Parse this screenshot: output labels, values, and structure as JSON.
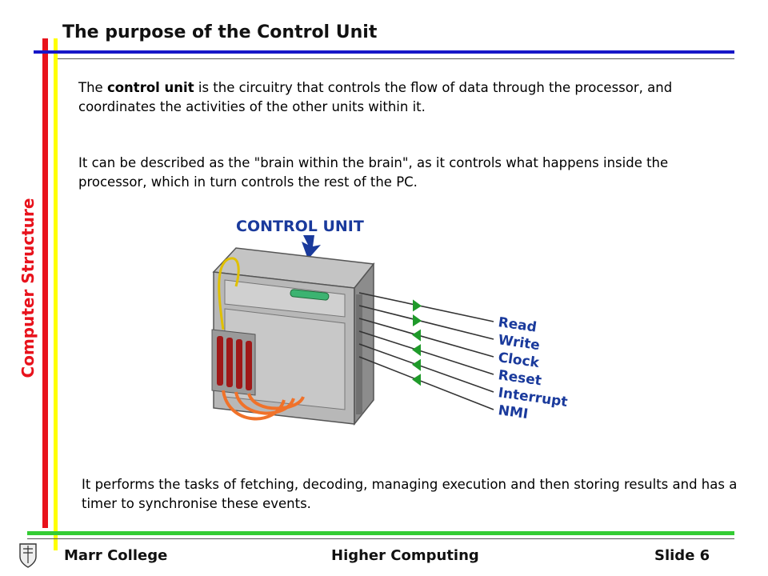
{
  "slide": {
    "title": "The purpose of the Control Unit",
    "side_label": "Computer Structure",
    "paragraph1_bold": "control unit",
    "paragraph1_pre": "The ",
    "paragraph1_post": " is the circuitry that controls the flow of data through the processor, and coordinates the activities of the other units within it.",
    "paragraph2": "It can be described as the \"brain within the brain\", as it controls what happens inside the processor, which in turn controls the rest of the PC.",
    "paragraph3": "It performs the tasks of fetching, decoding, managing execution and then storing results and has a timer to synchronise these events."
  },
  "diagram": {
    "heading": "CONTROL UNIT",
    "signals": [
      "Read",
      "Write",
      "Clock",
      "Reset",
      "Interrupt",
      "NMI"
    ]
  },
  "footer": {
    "left": "Marr College",
    "center": "Higher Computing",
    "right": "Slide 6"
  },
  "colors": {
    "accent_red": "#e8121c",
    "accent_blue": "#1616c8",
    "accent_green": "#33cc33",
    "accent_yellow": "#ffff00",
    "diagram_blue": "#1a3a9c",
    "arrow_green": "#1f9a2a"
  }
}
